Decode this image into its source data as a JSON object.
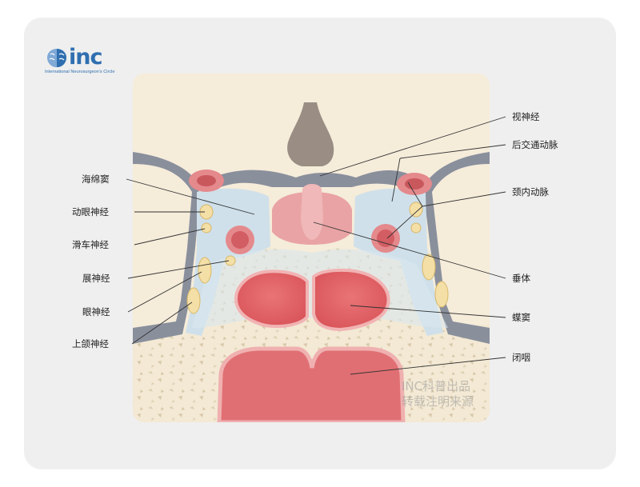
{
  "logo": {
    "text": "inc",
    "subtitle": "International  Neurosurgeon's  Circle"
  },
  "labels": {
    "left": [
      "海绵窦",
      "动眼神经",
      "滑车神经",
      "展神经",
      "眼神经",
      "上颌神经"
    ],
    "right": [
      "视神经",
      "后交通动脉",
      "颈内动脉",
      "垂体",
      "蝶窦",
      "闭咽"
    ]
  },
  "watermark": {
    "line1": "INC科普出品",
    "line2": "转载注明来源"
  },
  "colors": {
    "brand": "#2f6fb0",
    "bone": "#f2e8d4",
    "membrane": "#cfe0ea",
    "artery": "#e4898c",
    "nerve": "#f4dfa6"
  }
}
